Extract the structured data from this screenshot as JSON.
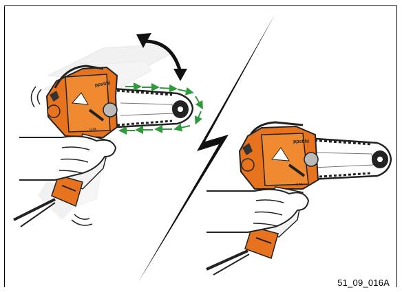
{
  "figure": {
    "caption": "51_09_016A",
    "brand_text": "ppstihl",
    "model_text": "GTA"
  },
  "colors": {
    "housing_orange": "#e8731e",
    "housing_dark": "#3a3a3a",
    "glove_white": "#ffffff",
    "motion_arrow_green": "#2f9a3a",
    "bar_dark": "#222222",
    "ghost_gray": "#cfcfcf"
  },
  "icons": {
    "rotation_arrow": "curved-double-arrow-icon",
    "chain_direction": "green-dashed-arrow-loop",
    "divider": "lightning-bolt-divider"
  }
}
